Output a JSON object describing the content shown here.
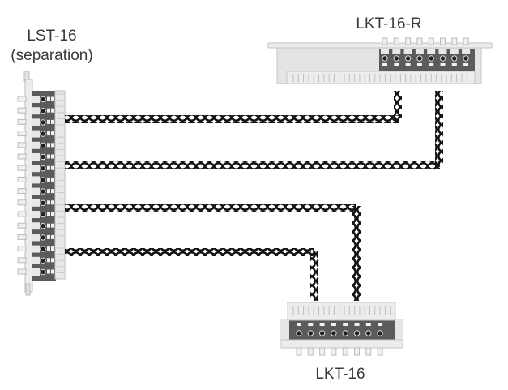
{
  "devices": {
    "lst16": {
      "name": "LST-16",
      "subtitle": "(separation)",
      "type": "separation-module"
    },
    "lkt16r": {
      "name": "LKT-16-R",
      "type": "connection-module"
    },
    "lkt16": {
      "name": "LKT-16",
      "type": "connection-module"
    }
  },
  "cables": [
    {
      "id": "cable-1",
      "from": "LST-16",
      "to": "LKT-16-R",
      "style": "twisted-pair"
    },
    {
      "id": "cable-2",
      "from": "LST-16",
      "to": "LKT-16-R",
      "style": "twisted-pair"
    },
    {
      "id": "cable-3",
      "from": "LST-16",
      "to": "LKT-16",
      "style": "twisted-pair"
    },
    {
      "id": "cable-4",
      "from": "LST-16",
      "to": "LKT-16",
      "style": "twisted-pair"
    }
  ],
  "colors": {
    "housing": "#e6e6e6",
    "housing_edge": "#c4c4c4",
    "terminal_block": "#5a5a5a",
    "cable": "#111111",
    "label_text": "#3a3a3a"
  }
}
